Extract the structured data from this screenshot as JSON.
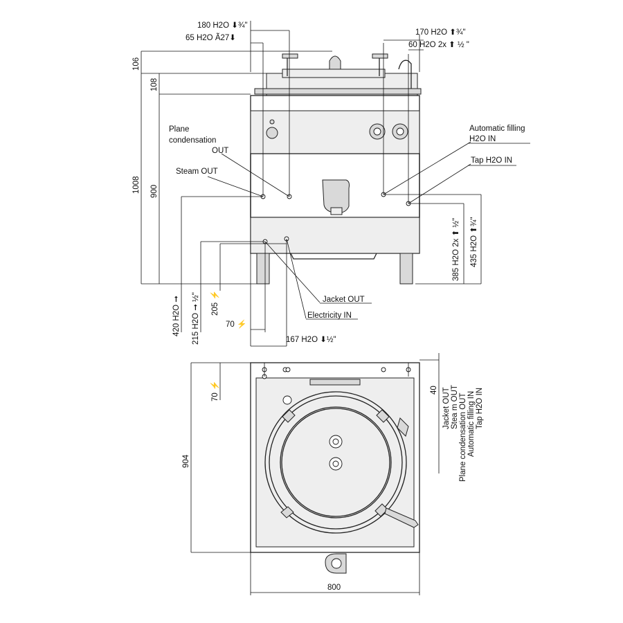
{
  "front_view": {
    "top_dims": {
      "h2o_180": "180 H2O ⬇¾\"",
      "h2o_65": "65 H2O Ã27⬇",
      "h2o_170": "170 H2O ⬆¾\"",
      "h2o_60": "60 H2O 2x ⬆ ½ \""
    },
    "left_dims": {
      "d106": "106",
      "d108": "108",
      "d1008": "1008",
      "d900": "900"
    },
    "labels": {
      "plane_condensation": "Plane\ncondensation",
      "plane_out": "OUT",
      "steam_out": "Steam OUT",
      "auto_filling": "Automatic filling",
      "auto_filling_in": "H2O IN",
      "tap_in": "Tap H2O IN",
      "jacket_out": "Jacket OUT",
      "electricity_in": "Electricity IN"
    },
    "right_dims": {
      "h2o_385": "385 H2O 2x ⬆ ½\"",
      "h2o_435": "435 H2O ⬆¾\""
    },
    "bottom_dims": {
      "h2o_420": "420 H2O ➞",
      "h2o_215": "215 H2O ➞ ½\"",
      "e205": "205 ⚡",
      "e70": "70 ⚡",
      "h2o_167": "167 H2O ⬇½\""
    }
  },
  "top_view": {
    "d40": "40",
    "d70": "70 ⚡",
    "d904": "904",
    "d800": "800",
    "legend": [
      "Jacket OUT",
      "Stea m OUT",
      "Plane condensation OUT",
      "Automatic filling IN",
      "Tap H2O IN"
    ]
  }
}
